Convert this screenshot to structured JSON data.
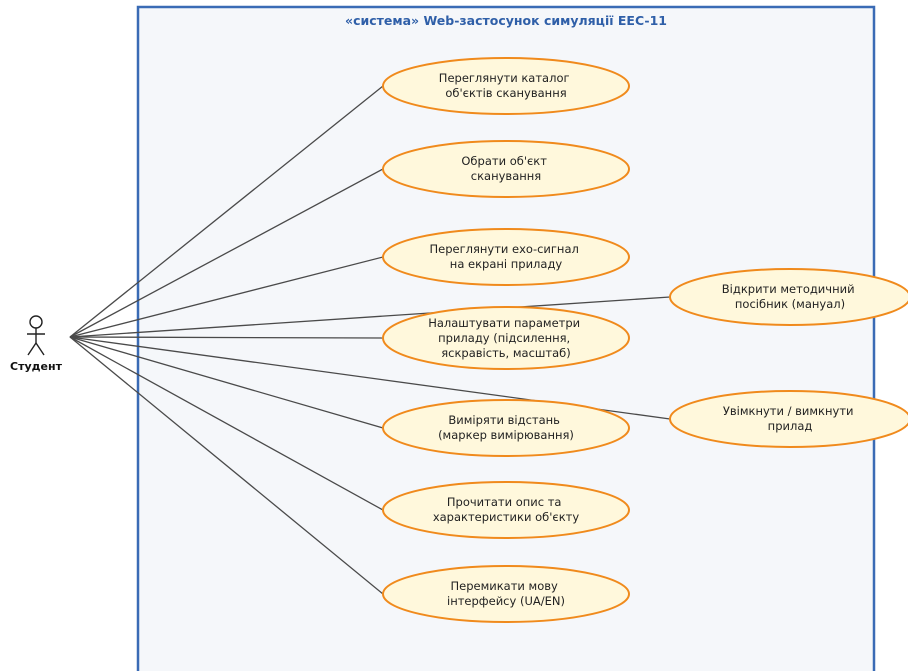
{
  "system": {
    "title": "«система»  Web-застосунок симуляції EEC-11"
  },
  "actor": {
    "label": "Студент"
  },
  "use_cases": [
    {
      "id": "uc1",
      "lines": [
        "Переглянути каталог",
        "об'єктів сканування"
      ]
    },
    {
      "id": "uc2",
      "lines": [
        "Обрати об'єкт",
        "сканування"
      ]
    },
    {
      "id": "uc3",
      "lines": [
        "Переглянути ехо-сигнал",
        "на екрані приладу"
      ]
    },
    {
      "id": "uc4",
      "lines": [
        "Налаштувати параметри",
        "приладу (підсилення,",
        "яскравість, масштаб)"
      ]
    },
    {
      "id": "uc5",
      "lines": [
        "Виміряти відстань",
        "(маркер вимірювання)"
      ]
    },
    {
      "id": "uc6",
      "lines": [
        "Прочитати опис та",
        "характеристики об'єкту"
      ]
    },
    {
      "id": "uc7",
      "lines": [
        "Перемикати мову",
        "інтерфейсу (UA/EN)"
      ]
    },
    {
      "id": "uc8",
      "lines": [
        "Відкрити методичний",
        "посібник (мануал)"
      ]
    },
    {
      "id": "uc9",
      "lines": [
        "Увімкнути / вимкнути",
        "прилад"
      ]
    }
  ],
  "colors": {
    "system_border": "#3a6bb5",
    "system_title": "#2f5fa8",
    "usecase_fill": "#fff8dc",
    "usecase_border": "#f08a1c"
  }
}
